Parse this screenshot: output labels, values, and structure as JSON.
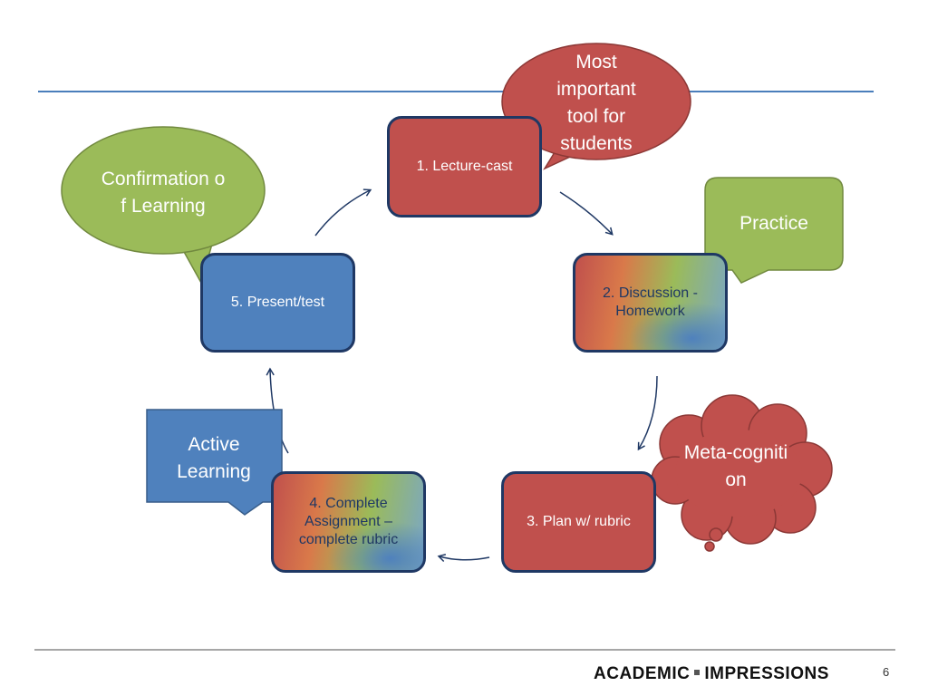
{
  "cycle": {
    "step1": "1. Lecture-cast",
    "step2": "2. Discussion - Homework",
    "step3": "3. Plan w/ rubric",
    "step4": "4. Complete Assignment – complete rubric",
    "step5": "5. Present/test"
  },
  "callouts": {
    "most_important": "Most important tool for students",
    "practice": "Practice",
    "metacognition": "Meta-cognition",
    "active_learning": "Active Learning",
    "confirmation": "Confirmation of Learning"
  },
  "footer": {
    "brand_left": "ACADEMIC",
    "brand_right": "IMPRESSIONS",
    "page_number": "6"
  },
  "colors": {
    "red": "#c0504d",
    "blue": "#4f81bd",
    "green": "#9bbb59",
    "border": "#1f3864"
  }
}
